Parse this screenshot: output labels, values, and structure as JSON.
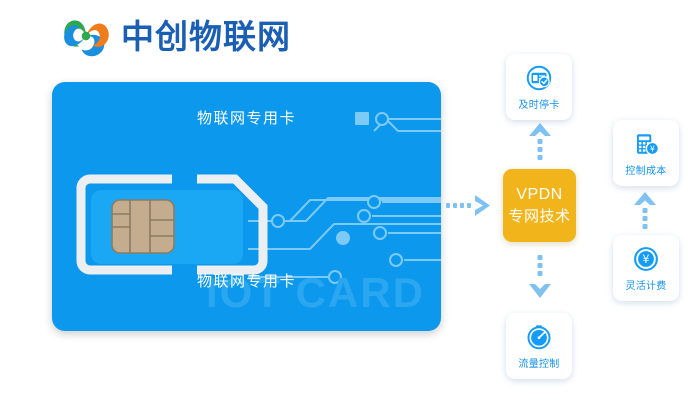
{
  "brand": {
    "logo_icon": "swirl-logo-icon",
    "name": "中创物联网",
    "colors": {
      "green": "#2ea84f",
      "orange": "#f07d1b",
      "blue": "#1a8fe0",
      "text": "#1a5fb4"
    }
  },
  "sim_card": {
    "label_top": "物联网专用卡",
    "label_bottom": "物联网专用卡",
    "watermark": "IOT CARD",
    "chip_icon": "sim-chip-icon",
    "colors": {
      "card": "#0c98ec",
      "inner": "#1aa8f5",
      "outline": "#eceff1",
      "trace": "#6cc6f5",
      "chip": "#c4ac8e",
      "watermark": "#2ba6f0"
    }
  },
  "flow": {
    "card_to_vpdn_arrow": "dotted-arrow-right-icon",
    "vpdn_to_top_arrow": "dotted-arrow-up-icon",
    "vpdn_to_bottom_arrow": "dotted-arrow-down-icon",
    "billing_to_cost_arrow": "dotted-arrow-up-icon",
    "arrow_color": "#7fc2f2"
  },
  "vpdn": {
    "line1": "VPDN",
    "line2": "专网技术",
    "color": "#f2b41b"
  },
  "features": [
    {
      "id": "timely-card-suspension",
      "label": "及时停卡",
      "icon": "card-check-circle-icon"
    },
    {
      "id": "control-cost",
      "label": "控制成本",
      "icon": "calculator-yen-icon"
    },
    {
      "id": "flexible-billing",
      "label": "灵活计费",
      "icon": "yen-circle-icon"
    },
    {
      "id": "flow-control",
      "label": "流量控制",
      "icon": "gauge-timer-icon"
    }
  ]
}
